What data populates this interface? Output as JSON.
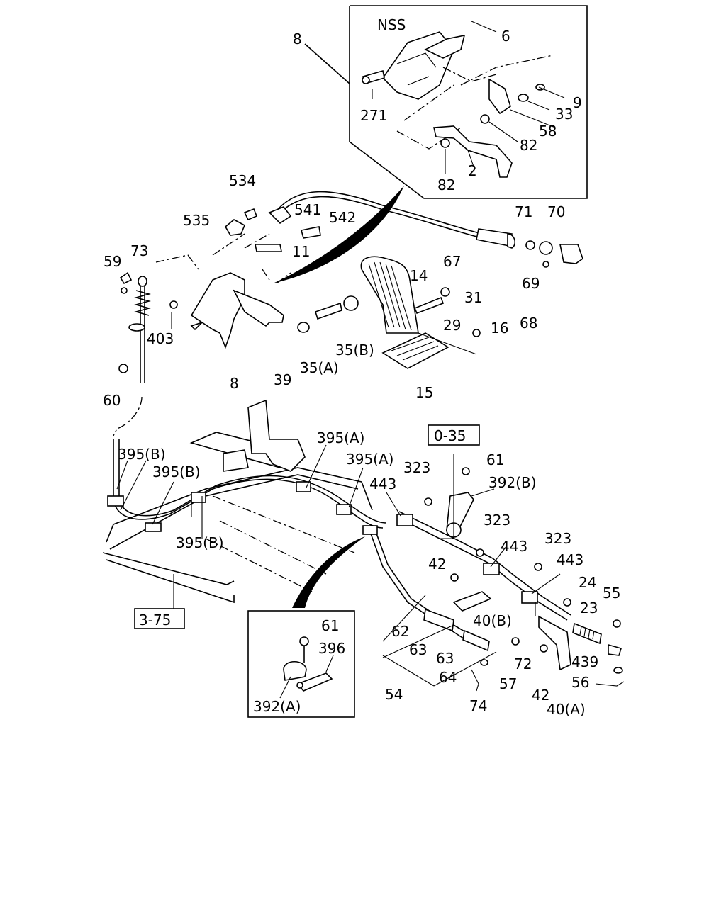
{
  "callouts": {
    "c_8a": "8",
    "c_nss": "NSS",
    "c_6": "6",
    "c_271": "271",
    "c_9": "9",
    "c_33": "33",
    "c_58": "58",
    "c_82a": "82",
    "c_2": "2",
    "c_82b": "82",
    "c_534": "534",
    "c_541": "541",
    "c_542": "542",
    "c_535": "535",
    "c_11": "11",
    "c_71": "71",
    "c_70": "70",
    "c_67": "67",
    "c_59": "59",
    "c_73": "73",
    "c_14": "14",
    "c_31": "31",
    "c_69": "69",
    "c_403": "403",
    "c_29": "29",
    "c_16": "16",
    "c_68": "68",
    "c_35b": "35(B)",
    "c_60": "60",
    "c_8b": "8",
    "c_39": "39",
    "c_35a": "35(A)",
    "c_15": "15",
    "c_395a1": "395(A)",
    "c_035": "0-35",
    "c_395b1": "395(B)",
    "c_395a2": "395(A)",
    "c_61a": "61",
    "c_395b2": "395(B)",
    "c_323a": "323",
    "c_392b": "392(B)",
    "c_443a": "443",
    "c_323b": "323",
    "c_395b3": "395(B)",
    "c_443b": "443",
    "c_323c": "323",
    "c_443c": "443",
    "c_42a": "42",
    "c_24": "24",
    "c_55": "55",
    "c_23": "23",
    "c_40b": "40(B)",
    "c_61b": "61",
    "c_375": "3-75",
    "c_62": "62",
    "c_396": "396",
    "c_63a": "63",
    "c_63b": "63",
    "c_72": "72",
    "c_439": "439",
    "c_64": "64",
    "c_57": "57",
    "c_56": "56",
    "c_392a": "392(A)",
    "c_54": "54",
    "c_42b": "42",
    "c_74": "74",
    "c_40a": "40(A)"
  }
}
